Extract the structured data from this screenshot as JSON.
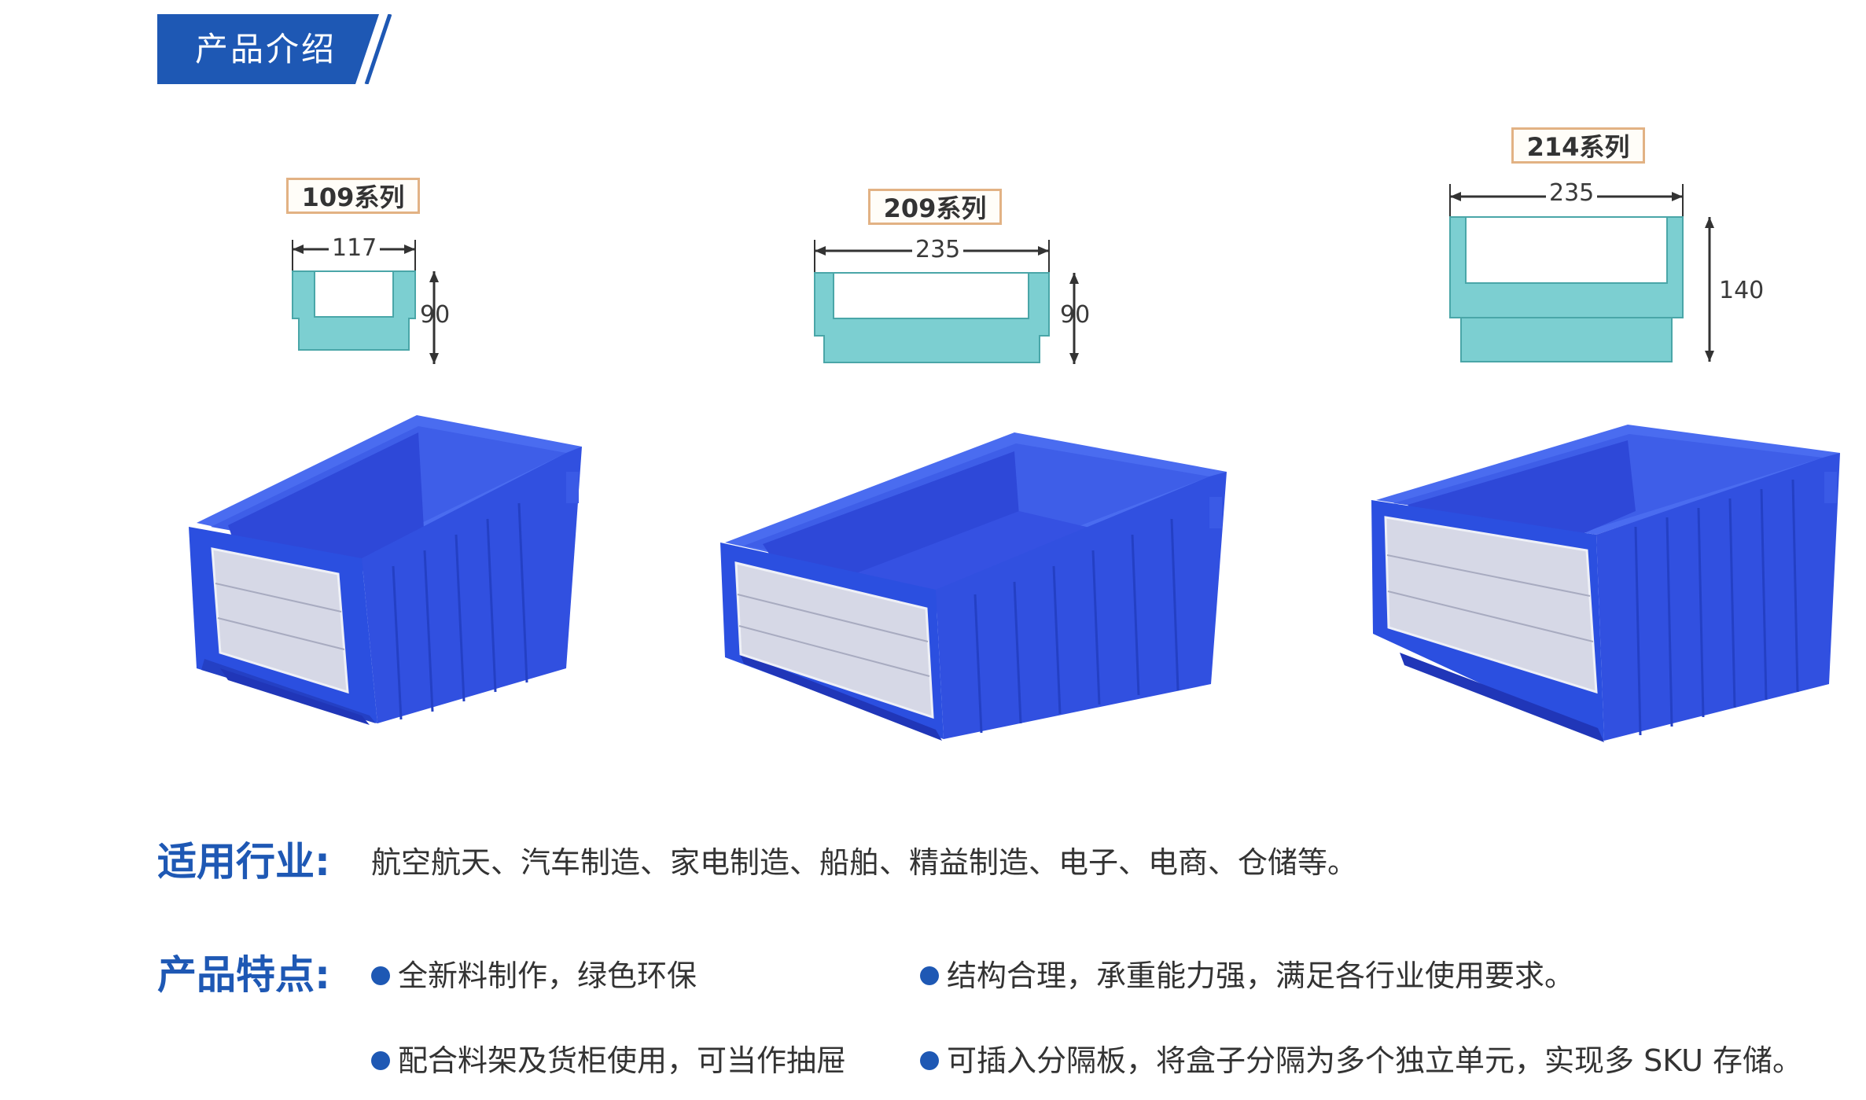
{
  "header": {
    "title": "产品介绍"
  },
  "series": [
    {
      "label": "109系列",
      "width": "117",
      "height": "90"
    },
    {
      "label": "209系列",
      "width": "235",
      "height": "90"
    },
    {
      "label": "214系列",
      "width": "235",
      "height": "140"
    }
  ],
  "industries": {
    "title": "适用行业:",
    "text": "航空航天、汽车制造、家电制造、船舶、精益制造、电子、电商、仓储等。"
  },
  "features": {
    "title": "产品特点:",
    "items": [
      "全新料制作，绿色环保",
      "结构合理，承重能力强，满足各行业使用要求。",
      "配合料架及货柜使用，可当作抽屉",
      "可插入分隔板，将盒子分隔为多个独立单元，实现多 SKU 存储。"
    ]
  },
  "colors": {
    "brand_blue": "#1e58b4",
    "bin_blue": "#2b4fe0",
    "diagram_teal": "#7ccfd1",
    "label_border": "#e2b284"
  }
}
